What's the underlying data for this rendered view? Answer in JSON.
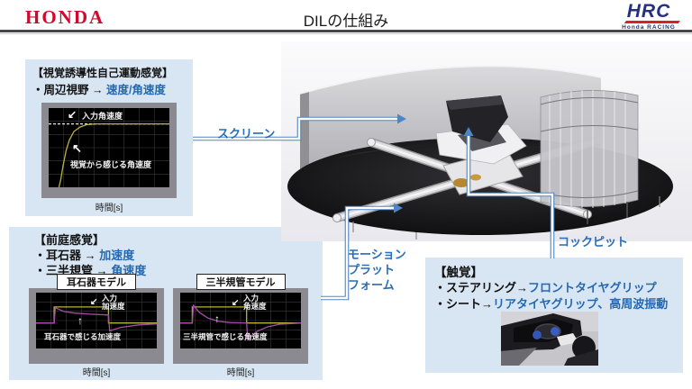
{
  "header": {
    "honda_logo": "HONDA",
    "title": "DILの仕組み",
    "hrc_logo": "HRC",
    "hrc_sub": "Honda RACING"
  },
  "visual_box": {
    "title": "【視覚誘導性自己運動感覚】",
    "bullet_pre": "・周辺視野 → ",
    "bullet_val": "速度/角速度",
    "input_label": "入力角速度",
    "felt_label": "視覚から感じる角速度",
    "xlabel": "時間[s]"
  },
  "vestibular_box": {
    "title": "【前庭感覚】",
    "bullets": [
      {
        "pre": "・耳石器 → ",
        "val": "加速度"
      },
      {
        "pre": "・三半規管 → ",
        "val": "角速度"
      }
    ],
    "panels": [
      {
        "header": "耳石器モデル",
        "input_label_1": "入力",
        "input_label_2": "加速度",
        "felt_label": "耳石器で感じる加速度",
        "xlabel": "時間[s]"
      },
      {
        "header": "三半規管モデル",
        "input_label_1": "入力",
        "input_label_2": "角速度",
        "felt_label": "三半規管で感じる角速度",
        "xlabel": "時間[s]"
      }
    ]
  },
  "tactile_box": {
    "title": "【触覚】",
    "bullets": [
      {
        "pre": "・ステアリング→",
        "val": "フロントタイヤグリップ"
      },
      {
        "pre": "・シート→",
        "val": "リアタイヤグリップ、高周波振動"
      }
    ]
  },
  "callouts": {
    "screen": "スクリーン",
    "motion_platform": [
      "モーション",
      "プラット",
      "フォーム"
    ],
    "cockpit": "コックピット"
  },
  "colors": {
    "accent_blue_text": "#2468b2",
    "callout_blue": "#2a6db8",
    "connector_blue": "#4d86c6",
    "box_background": "#d8e6f3",
    "input_line": "#b9b33e",
    "felt_line": "#a64ca6",
    "input_dashed": "#e8e8e8"
  },
  "chart_data": [
    {
      "type": "line",
      "title": "視覚誘導性自己運動感覚",
      "xlabel": "時間[s]",
      "ylabel": "",
      "xlim": [
        0,
        10
      ],
      "ylim": [
        0,
        1.25
      ],
      "grid": true,
      "series": [
        {
          "name": "入力角速度",
          "color": "#e8e8e8",
          "dash": true,
          "x": [
            0,
            10
          ],
          "y": [
            1,
            1
          ]
        },
        {
          "name": "視覚から感じる角速度",
          "color": "#b9b33e",
          "x": [
            0.85,
            1.0,
            1.2,
            1.45,
            1.7,
            2.1,
            2.6,
            3.2,
            4.0,
            10
          ],
          "y": [
            0,
            0.12,
            0.35,
            0.58,
            0.74,
            0.88,
            0.95,
            0.99,
            1.0,
            1.0
          ]
        }
      ]
    },
    {
      "type": "line",
      "title": "耳石器モデル",
      "xlabel": "時間[s]",
      "ylabel": "",
      "xlim": [
        0,
        10
      ],
      "ylim": [
        -1.6,
        1.9
      ],
      "grid": true,
      "series": [
        {
          "name": "入力加速度",
          "color": "#b9b33e",
          "x": [
            0,
            1.5,
            1.5,
            6,
            6,
            10
          ],
          "y": [
            0,
            0,
            1,
            1,
            0,
            0
          ]
        },
        {
          "name": "耳石器で感じる加速度",
          "color": "#a64ca6",
          "x": [
            0,
            1.5,
            1.6,
            2.3,
            3.2,
            4.5,
            6,
            6.1,
            7,
            8.5,
            10
          ],
          "y": [
            0,
            0,
            0.95,
            0.72,
            0.62,
            0.55,
            0.5,
            -0.5,
            -0.28,
            -0.12,
            -0.06
          ]
        }
      ]
    },
    {
      "type": "line",
      "title": "三半規管モデル",
      "xlabel": "時間[s]",
      "ylabel": "",
      "xlim": [
        0,
        10
      ],
      "ylim": [
        -1.6,
        1.9
      ],
      "grid": true,
      "series": [
        {
          "name": "入力角速度",
          "color": "#b9b33e",
          "x": [
            0,
            1,
            1,
            5.5,
            5.5,
            10
          ],
          "y": [
            0,
            0,
            1,
            1,
            0,
            0
          ]
        },
        {
          "name": "三半規管で感じる角速度",
          "color": "#a64ca6",
          "x": [
            0,
            1,
            1.1,
            1.6,
            2.3,
            3.2,
            4.2,
            5.5,
            5.6,
            6.3,
            7.2,
            8.2,
            10
          ],
          "y": [
            0,
            0,
            1.1,
            0.65,
            0.3,
            0.1,
            0.02,
            0,
            -1.05,
            -0.55,
            -0.25,
            -0.08,
            0
          ]
        }
      ]
    }
  ]
}
